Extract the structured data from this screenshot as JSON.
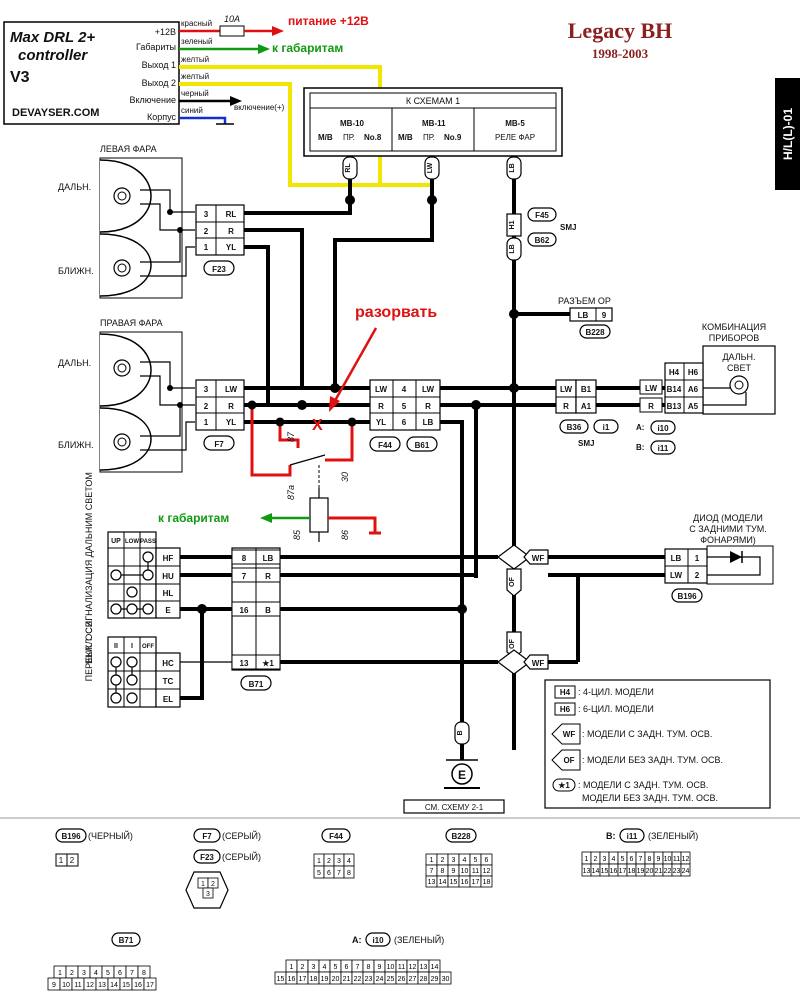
{
  "controller": {
    "title1": "Max DRL 2+",
    "title2": "controller",
    "version": "V3",
    "site": "DEVAYSER.COM",
    "pins": [
      "+12В",
      "Габариты",
      "Выход 1",
      "Выход 2",
      "Включение",
      "Корпус"
    ],
    "wire_colors": [
      "красный",
      "зеленый",
      "желтый",
      "желтый",
      "черный",
      "синий"
    ],
    "fuse": "10А",
    "power_label": "питание +12В",
    "parking_label": "к габаритам",
    "enable_label": "включение(+)"
  },
  "header": {
    "title": "Legacy BH",
    "years": "1998-2003",
    "side_tab": "H/L(L)-01"
  },
  "schema_box": {
    "title": "К СХЕМАМ 1",
    "cols": [
      {
        "l1": "MB-10",
        "l2a": "M/B",
        "l2b": "ПР.",
        "l2c": "No.8"
      },
      {
        "l1": "MB-11",
        "l2a": "M/B",
        "l2b": "ПР.",
        "l2c": "No.9"
      },
      {
        "l1": "MB-5",
        "l2a": "РЕЛЕ ФАР",
        "l2b": "",
        "l2c": ""
      }
    ],
    "wire_tags": [
      "RL",
      "LW",
      "LB"
    ]
  },
  "left_lamp": {
    "title": "ЛЕВАЯ ФАРА",
    "high": "ДАЛЬН.",
    "low": "БЛИЖН.",
    "pins": [
      [
        "3",
        "RL"
      ],
      [
        "2",
        "R"
      ],
      [
        "1",
        "YL"
      ]
    ],
    "conn": "F23"
  },
  "right_lamp": {
    "title": "ПРАВАЯ ФАРА",
    "high": "ДАЛЬН.",
    "low": "БЛИЖН.",
    "pins": [
      [
        "3",
        "LW"
      ],
      [
        "2",
        "R"
      ],
      [
        "1",
        "YL"
      ]
    ],
    "conn": "F7"
  },
  "middle_conn": {
    "left": [
      "LW",
      "R",
      "YL"
    ],
    "nums": [
      "4",
      "5",
      "6"
    ],
    "right": [
      "LW",
      "R",
      "LB"
    ],
    "tags": [
      "F44",
      "B61"
    ]
  },
  "relay": {
    "cut_label": "разорвать",
    "cut_mark": "Х",
    "pins": [
      "87",
      "87a",
      "30",
      "85",
      "86"
    ],
    "parking_label": "к габаритам"
  },
  "f45": {
    "wire": "H1",
    "tag1": "F45",
    "smj": "SMJ",
    "tag2": "B62",
    "wire2": "LB"
  },
  "or_conn": {
    "title": "РАЗЪЕМ ОР",
    "wire": "LB",
    "num": "9",
    "tag": "B228"
  },
  "b1a1": {
    "wires": [
      "LW",
      "R"
    ],
    "nums": [
      "B1",
      "A1"
    ],
    "tags": [
      "B36",
      "i1"
    ],
    "smj": "SMJ"
  },
  "cluster": {
    "title1": "КОМБИНАЦИЯ",
    "title2": "ПРИБОРОВ",
    "lamp1": "ДАЛЬН.",
    "lamp2": "СВЕТ",
    "h_cols": [
      "H4",
      "H6"
    ],
    "row1": [
      "B14",
      "A6"
    ],
    "row2": [
      "B13",
      "A5"
    ],
    "wires": [
      "LW",
      "R"
    ],
    "a_label": "А:",
    "b_label": "В:",
    "a_tag": "i10",
    "b_tag": "i11"
  },
  "switch": {
    "label": "ВЫКЛ. СИГНАЛИЗАЦИЯ ДАЛЬНИМ СВЕТОМ",
    "label2": "ПЕРЕКЛ. ОСВ.",
    "header": [
      "UP",
      "LOW",
      "PASS"
    ],
    "rows": [
      "HF",
      "HU",
      "HL",
      "E"
    ],
    "header2": [
      "II",
      "I",
      "OFF"
    ],
    "rows2": [
      "HC",
      "TC",
      "EL"
    ]
  },
  "b71": {
    "pins": [
      [
        "8",
        "LB"
      ],
      [
        "7",
        "R"
      ],
      [
        "16",
        "B"
      ],
      [
        "13",
        "★1"
      ]
    ],
    "tag": "B71"
  },
  "diode": {
    "title1": "ДИОД (МОДЕЛИ",
    "title2": "С ЗАДНИМИ ТУМ.",
    "title3": "ФОНАРЯМИ)",
    "pins": [
      [
        "LB",
        "1"
      ],
      [
        "LW",
        "2"
      ]
    ],
    "tag": "B196"
  },
  "splices": [
    "WF",
    "OF",
    "OF",
    "WF"
  ],
  "ground": {
    "wire": "B",
    "symbol": "E",
    "ref": "СМ. СХЕМУ 2-1"
  },
  "legend": [
    {
      "k": "H4",
      "v": ": 4-ЦИЛ. МОДЕЛИ"
    },
    {
      "k": "H6",
      "v": ": 6-ЦИЛ. МОДЕЛИ"
    },
    {
      "k": "WF",
      "v": ": МОДЕЛИ  С  ЗАДН. ТУМ. ОСВ."
    },
    {
      "k": "OF",
      "v": ": МОДЕЛИ  БЕЗ  ЗАДН. ТУМ. ОСВ."
    },
    {
      "k": "★1",
      "v": ": МОДЕЛИ  С  ЗАДН. ТУМ. ОСВ.",
      "v2": "МОДЕЛИ  БЕЗ  ЗАДН. ТУМ. ОСВ."
    }
  ],
  "bottom_conns": {
    "b196": {
      "tag": "B196",
      "label": "(ЧЕРНЫЙ)",
      "pins": [
        "1",
        "2"
      ]
    },
    "f7": {
      "tag": "F7",
      "label": "(СЕРЫЙ)"
    },
    "f23": {
      "tag": "F23",
      "label": "(СЕРЫЙ)",
      "pins": [
        "1",
        "2",
        "3"
      ]
    },
    "f44": {
      "tag": "F44",
      "row1": [
        "1",
        "2",
        "3",
        "4"
      ],
      "row2": [
        "5",
        "6",
        "7",
        "8"
      ]
    },
    "b228": {
      "tag": "B228",
      "row1": [
        "1",
        "2",
        "3",
        "4",
        "5",
        "6"
      ],
      "row2": [
        "7",
        "8",
        "9",
        "10",
        "11",
        "12"
      ],
      "row3": [
        "13",
        "14",
        "15",
        "16",
        "17",
        "18"
      ]
    },
    "i11": {
      "prefix": "B:",
      "tag": "i11",
      "label": "(ЗЕЛЕНЫЙ)",
      "row1": [
        "1",
        "2",
        "3",
        "4",
        "5",
        "6",
        "7",
        "8",
        "9",
        "10",
        "11",
        "12"
      ],
      "row2": [
        "13",
        "14",
        "15",
        "16",
        "17",
        "18",
        "19",
        "20",
        "21",
        "22",
        "23",
        "24"
      ]
    },
    "b71": {
      "tag": "B71",
      "row1": [
        "1",
        "2",
        "3",
        "4",
        "5",
        "6",
        "7",
        "8"
      ],
      "row2": [
        "9",
        "10",
        "11",
        "12",
        "13",
        "14",
        "15",
        "16",
        "17"
      ]
    },
    "i10": {
      "prefix": "A:",
      "tag": "i10",
      "label": "(ЗЕЛЕНЫЙ)",
      "row1": [
        "1",
        "2",
        "3",
        "4",
        "5",
        "6",
        "7",
        "8",
        "9",
        "10",
        "11",
        "12",
        "13",
        "14"
      ],
      "row2": [
        "15",
        "16",
        "17",
        "18",
        "19",
        "20",
        "21",
        "22",
        "23",
        "24",
        "25",
        "26",
        "27",
        "28",
        "29",
        "30"
      ]
    }
  },
  "colors": {
    "wire": "#000000",
    "red": "#e01010",
    "green": "#119a11",
    "yellow": "#f2e600",
    "blue": "#1030d0",
    "title": "#8b2020"
  }
}
